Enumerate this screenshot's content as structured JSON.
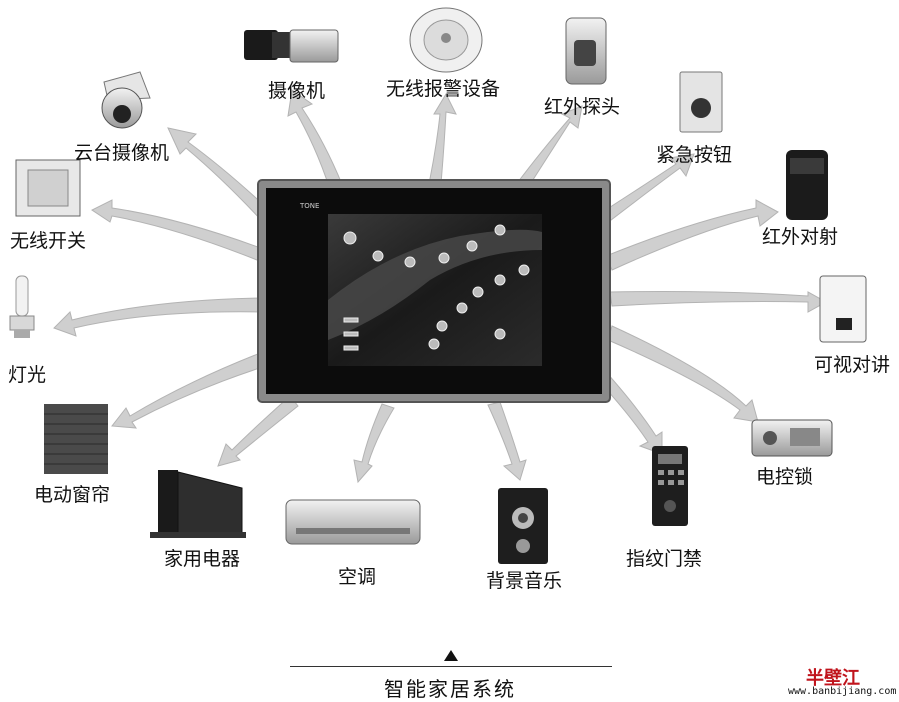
{
  "hub": {
    "brand": "TONE"
  },
  "devices": [
    {
      "id": "ptz-camera",
      "label": "云台摄像机"
    },
    {
      "id": "camera",
      "label": "摄像机"
    },
    {
      "id": "wireless-alarm",
      "label": "无线报警设备"
    },
    {
      "id": "infrared-probe",
      "label": "红外探头"
    },
    {
      "id": "emergency-button",
      "label": "紧急按钮"
    },
    {
      "id": "infrared-beam",
      "label": "红外对射"
    },
    {
      "id": "video-intercom",
      "label": "可视对讲"
    },
    {
      "id": "electric-lock",
      "label": "电控锁"
    },
    {
      "id": "fingerprint-access",
      "label": "指纹门禁"
    },
    {
      "id": "background-music",
      "label": "背景音乐"
    },
    {
      "id": "air-conditioner",
      "label": "空调"
    },
    {
      "id": "home-appliances",
      "label": "家用电器"
    },
    {
      "id": "motorized-curtain",
      "label": "电动窗帘"
    },
    {
      "id": "lighting",
      "label": "灯光"
    },
    {
      "id": "wireless-switch",
      "label": "无线开关"
    }
  ],
  "caption": "智能家居系统",
  "watermark": {
    "text": "半壁江",
    "url": "www.banbijiang.com"
  }
}
